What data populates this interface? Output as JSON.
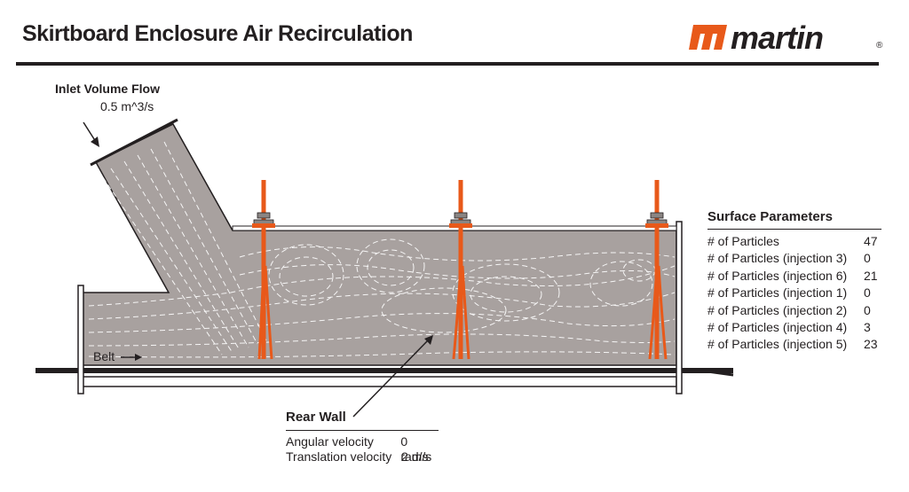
{
  "header": {
    "title": "Skirtboard Enclosure Air Recirculation",
    "logo_text": "martin",
    "logo_reg": "®"
  },
  "colors": {
    "brand_orange": "#e8591a",
    "enclosure_fill": "#a8a19f",
    "outline": "#231f20",
    "streamline": "#ffffff"
  },
  "inlet": {
    "label": "Inlet Volume Flow",
    "value": "0.5 m^3/s"
  },
  "belt": {
    "label": "Belt"
  },
  "surface_parameters": {
    "title": "Surface Parameters",
    "rows": [
      {
        "label": "# of Particles",
        "value": "47"
      },
      {
        "label": "# of Particles (injection 3)",
        "value": "0"
      },
      {
        "label": "# of Particles (injection 6)",
        "value": "21"
      },
      {
        "label": "# of Particles (injection 1)",
        "value": "0"
      },
      {
        "label": "# of Particles (injection 2)",
        "value": "0"
      },
      {
        "label": "# of Particles (injection 4)",
        "value": "3"
      },
      {
        "label": "# of Particles (injection 5)",
        "value": "23"
      }
    ]
  },
  "rear_wall": {
    "title": "Rear Wall",
    "rows": [
      {
        "label": "Angular velocity",
        "value": "0 rad/s"
      },
      {
        "label": "Translation velocity",
        "value": "2 m/s"
      }
    ]
  }
}
